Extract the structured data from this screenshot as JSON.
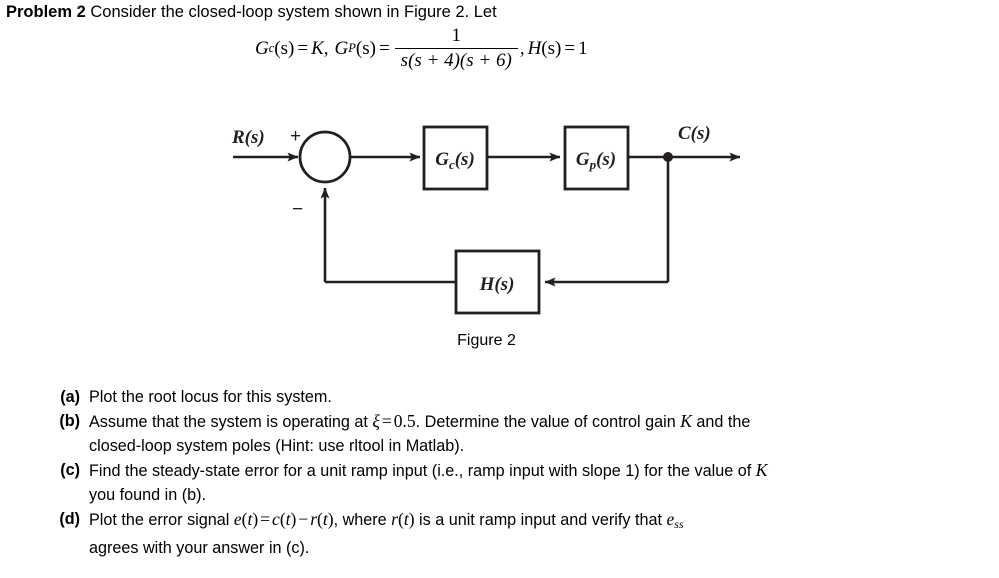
{
  "problem": {
    "label": "Problem 2",
    "intro": "Consider the closed-loop system shown in Figure 2. Let"
  },
  "equation": {
    "gc_name": "G",
    "gc_sub": "c",
    "gc_arg": "(s)",
    "eq1": "=",
    "gain": "K",
    "comma1": ",",
    "gp_name": "G",
    "gp_sub": "P",
    "gp_arg": "(s)",
    "eq2": "=",
    "numerator": "1",
    "denominator": "s(s + 4)(s + 6)",
    "comma2": ",",
    "h_name": "H",
    "h_arg": "(s)",
    "eq3": "=",
    "h_value": "1"
  },
  "figure": {
    "caption": "Figure 2",
    "input_label": "R(s)",
    "output_label": "C(s)",
    "plus_sign": "+",
    "minus_sign": "−",
    "blocks": [
      {
        "name": "G",
        "sub": "c",
        "arg": "(s)"
      },
      {
        "name": "G",
        "sub": "p",
        "arg": "(s)"
      },
      {
        "name": "H",
        "sub": "",
        "arg": "(s)"
      }
    ],
    "summing_junction_name": "summing-junction",
    "takeoff_point_name": "takeoff-point"
  },
  "questions": [
    {
      "label": "(a)",
      "lines": [
        [
          {
            "t": "text",
            "v": "Plot the root locus for this system."
          }
        ]
      ]
    },
    {
      "label": "(b)",
      "lines": [
        [
          {
            "t": "text",
            "v": "Assume that the system is operating at "
          },
          {
            "t": "mi",
            "v": "ξ"
          },
          {
            "t": "mo",
            "v": "="
          },
          {
            "t": "mn",
            "v": "0.5"
          },
          {
            "t": "text",
            "v": ". Determine the value of control gain "
          },
          {
            "t": "mi",
            "v": "K"
          },
          {
            "t": "text",
            "v": " and the"
          }
        ],
        [
          {
            "t": "text",
            "v": "closed-loop system poles (Hint: use rltool in Matlab)."
          }
        ]
      ]
    },
    {
      "label": "(c)",
      "lines": [
        [
          {
            "t": "text",
            "v": "Find the steady-state error for a unit ramp input (i.e., ramp input with slope 1) for the value of "
          },
          {
            "t": "mi",
            "v": "K"
          }
        ],
        [
          {
            "t": "text",
            "v": "you found in (b)."
          }
        ]
      ]
    },
    {
      "label": "(d)",
      "lines": [
        [
          {
            "t": "text",
            "v": "Plot the error signal "
          },
          {
            "t": "mi",
            "v": "e"
          },
          {
            "t": "mn",
            "v": "("
          },
          {
            "t": "mi",
            "v": "t"
          },
          {
            "t": "mn",
            "v": ")"
          },
          {
            "t": "mo",
            "v": "="
          },
          {
            "t": "mi",
            "v": "c"
          },
          {
            "t": "mn",
            "v": "("
          },
          {
            "t": "mi",
            "v": "t"
          },
          {
            "t": "mn",
            "v": ")"
          },
          {
            "t": "mo",
            "v": "−"
          },
          {
            "t": "mi",
            "v": "r"
          },
          {
            "t": "mn",
            "v": "("
          },
          {
            "t": "mi",
            "v": "t"
          },
          {
            "t": "mn",
            "v": ")"
          },
          {
            "t": "text",
            "v": ", where "
          },
          {
            "t": "mi",
            "v": "r"
          },
          {
            "t": "mn",
            "v": "("
          },
          {
            "t": "mi",
            "v": "t"
          },
          {
            "t": "mn",
            "v": ")"
          },
          {
            "t": "text",
            "v": " is a unit ramp input and verify that "
          },
          {
            "t": "misub",
            "v": "e",
            "sub": "ss"
          }
        ],
        [
          {
            "t": "text",
            "v": "agrees with your answer in (c)."
          }
        ]
      ]
    }
  ],
  "colors": {
    "text": "#000000",
    "background": "#ffffff",
    "stroke": "#231f20"
  }
}
